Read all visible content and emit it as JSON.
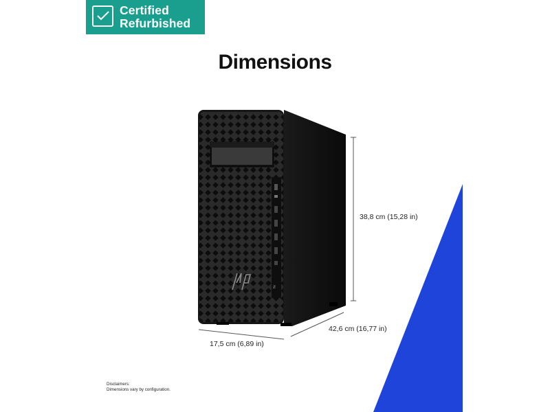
{
  "badge": {
    "line1": "Certified",
    "line2": "Refurbished",
    "icon": "check-icon",
    "color": "#1a9f8f"
  },
  "title": "Dimensions",
  "dimensions": {
    "height": "38,8 cm (15,28 in)",
    "depth": "42,6 cm (16,77 in)",
    "width": "17,5 cm (6,89 in)"
  },
  "product": {
    "logo": "hp-logo",
    "type": "tower-desktop"
  },
  "disclaimer": {
    "heading": "Disclaimers:",
    "text": "Dimensions vary by configuration."
  },
  "colors": {
    "accent_blue": "#1f44d9",
    "tower": "#151515"
  }
}
